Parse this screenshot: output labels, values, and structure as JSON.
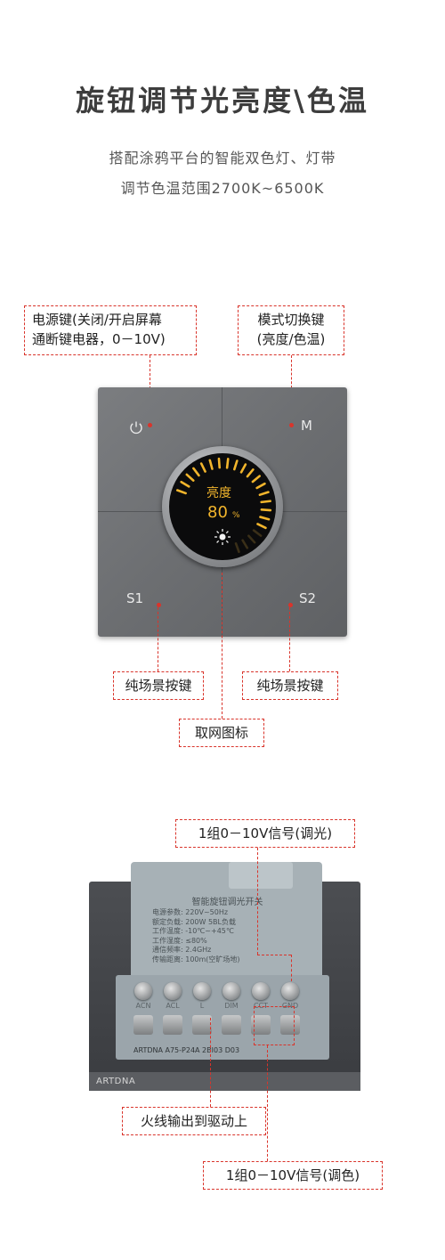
{
  "header": {
    "title": "旋钮调节光亮度\\色温",
    "subtitle_line1": "搭配涂鸦平台的智能双色灯、灯带",
    "subtitle_line2": "调节色温范围2700K~6500K"
  },
  "front": {
    "callouts": {
      "power_line1": "电源键(关闭/开启屏幕",
      "power_line2": "通断键电器，0－10V)",
      "mode_line1": "模式切换键",
      "mode_line2": "(亮度/色温)",
      "s1": "纯场景按键",
      "s2": "纯场景按键",
      "network": "取网图标"
    },
    "panel": {
      "key_mode": "M",
      "key_s1": "S1",
      "key_s2": "S2",
      "screen_label": "亮度",
      "screen_value": "80",
      "screen_unit": "%",
      "brightness_level": 0.8
    }
  },
  "back": {
    "callouts": {
      "dim": "1组0－10V信号(调光)",
      "live_out": "火线输出到驱动上",
      "color": "1组0－10V信号(调色)"
    },
    "label": {
      "title": "智能旋钮调光开关",
      "specs": [
        "电源参数: 220V~50Hz",
        "额定负载: 200W  5BL负载",
        "工作温度: -10℃~+45℃",
        "工作湿度: ≤80%",
        "通信频率: 2.4GHz",
        "传输距离: 100m(空旷场地)"
      ]
    },
    "terminals": [
      "ACN",
      "ACL",
      "L",
      "DIM",
      "CCT",
      "GND"
    ],
    "bottom_text": "ARTDNA  A75-P24A  2BI03  D03",
    "brand": "ARTDNA"
  },
  "colors": {
    "accent_red": "#d9342b",
    "screen_amber": "#f2b52c",
    "panel_grey": "#6c6e71"
  }
}
